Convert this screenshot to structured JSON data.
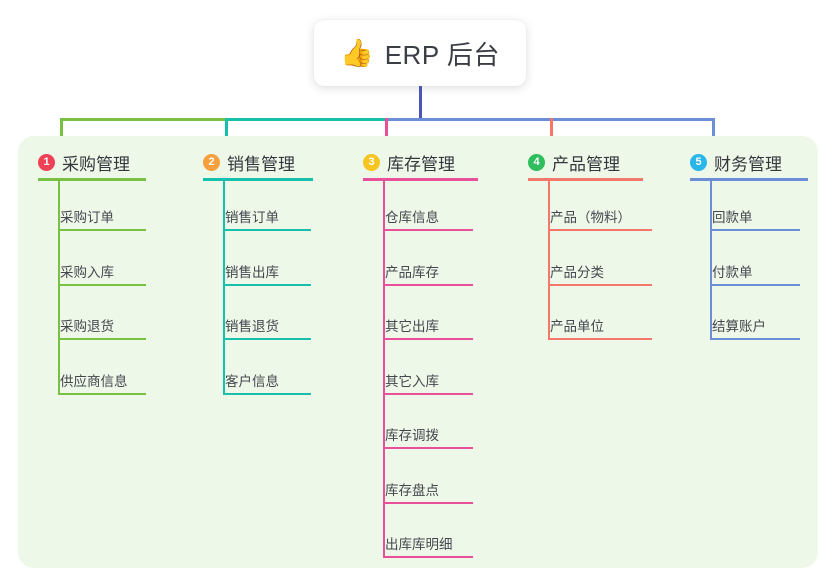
{
  "title": {
    "emoji": "👍",
    "icon_name": "thumbs-up-icon",
    "text": "ERP 后台"
  },
  "colors": {
    "panel_bg": "#eef8e9",
    "page_bg": "#ffffff",
    "text": "#34383e",
    "trunk": "#4a56b4",
    "column_1": "#7ac143",
    "column_2": "#16c0ab",
    "column_3": "#e8519a",
    "column_4": "#f4776a",
    "column_5": "#6b8ed6",
    "badge_1": "#ef4056",
    "badge_2": "#f5a03c",
    "badge_3": "#f7c522",
    "badge_4": "#2fbd5e",
    "badge_5": "#29b6e8"
  },
  "columns": [
    {
      "number": "1",
      "title": "采购管理",
      "accent": "#7ac143",
      "badge_color": "#ef4056",
      "items": [
        "采购订单",
        "采购入库",
        "采购退货",
        "供应商信息"
      ]
    },
    {
      "number": "2",
      "title": "销售管理",
      "accent": "#16c0ab",
      "badge_color": "#f5a03c",
      "items": [
        "销售订单",
        "销售出库",
        "销售退货",
        "客户信息"
      ]
    },
    {
      "number": "3",
      "title": "库存管理",
      "accent": "#e8519a",
      "badge_color": "#f7c522",
      "items": [
        "仓库信息",
        "产品库存",
        "其它出库",
        "其它入库",
        "库存调拨",
        "库存盘点",
        "出库库明细"
      ]
    },
    {
      "number": "4",
      "title": "产品管理",
      "accent": "#f4776a",
      "badge_color": "#2fbd5e",
      "items": [
        "产品（物料）",
        "产品分类",
        "产品单位"
      ]
    },
    {
      "number": "5",
      "title": "财务管理",
      "accent": "#6b8ed6",
      "badge_color": "#29b6e8",
      "items": [
        "回款单",
        "付款单",
        "结算账户"
      ]
    }
  ]
}
